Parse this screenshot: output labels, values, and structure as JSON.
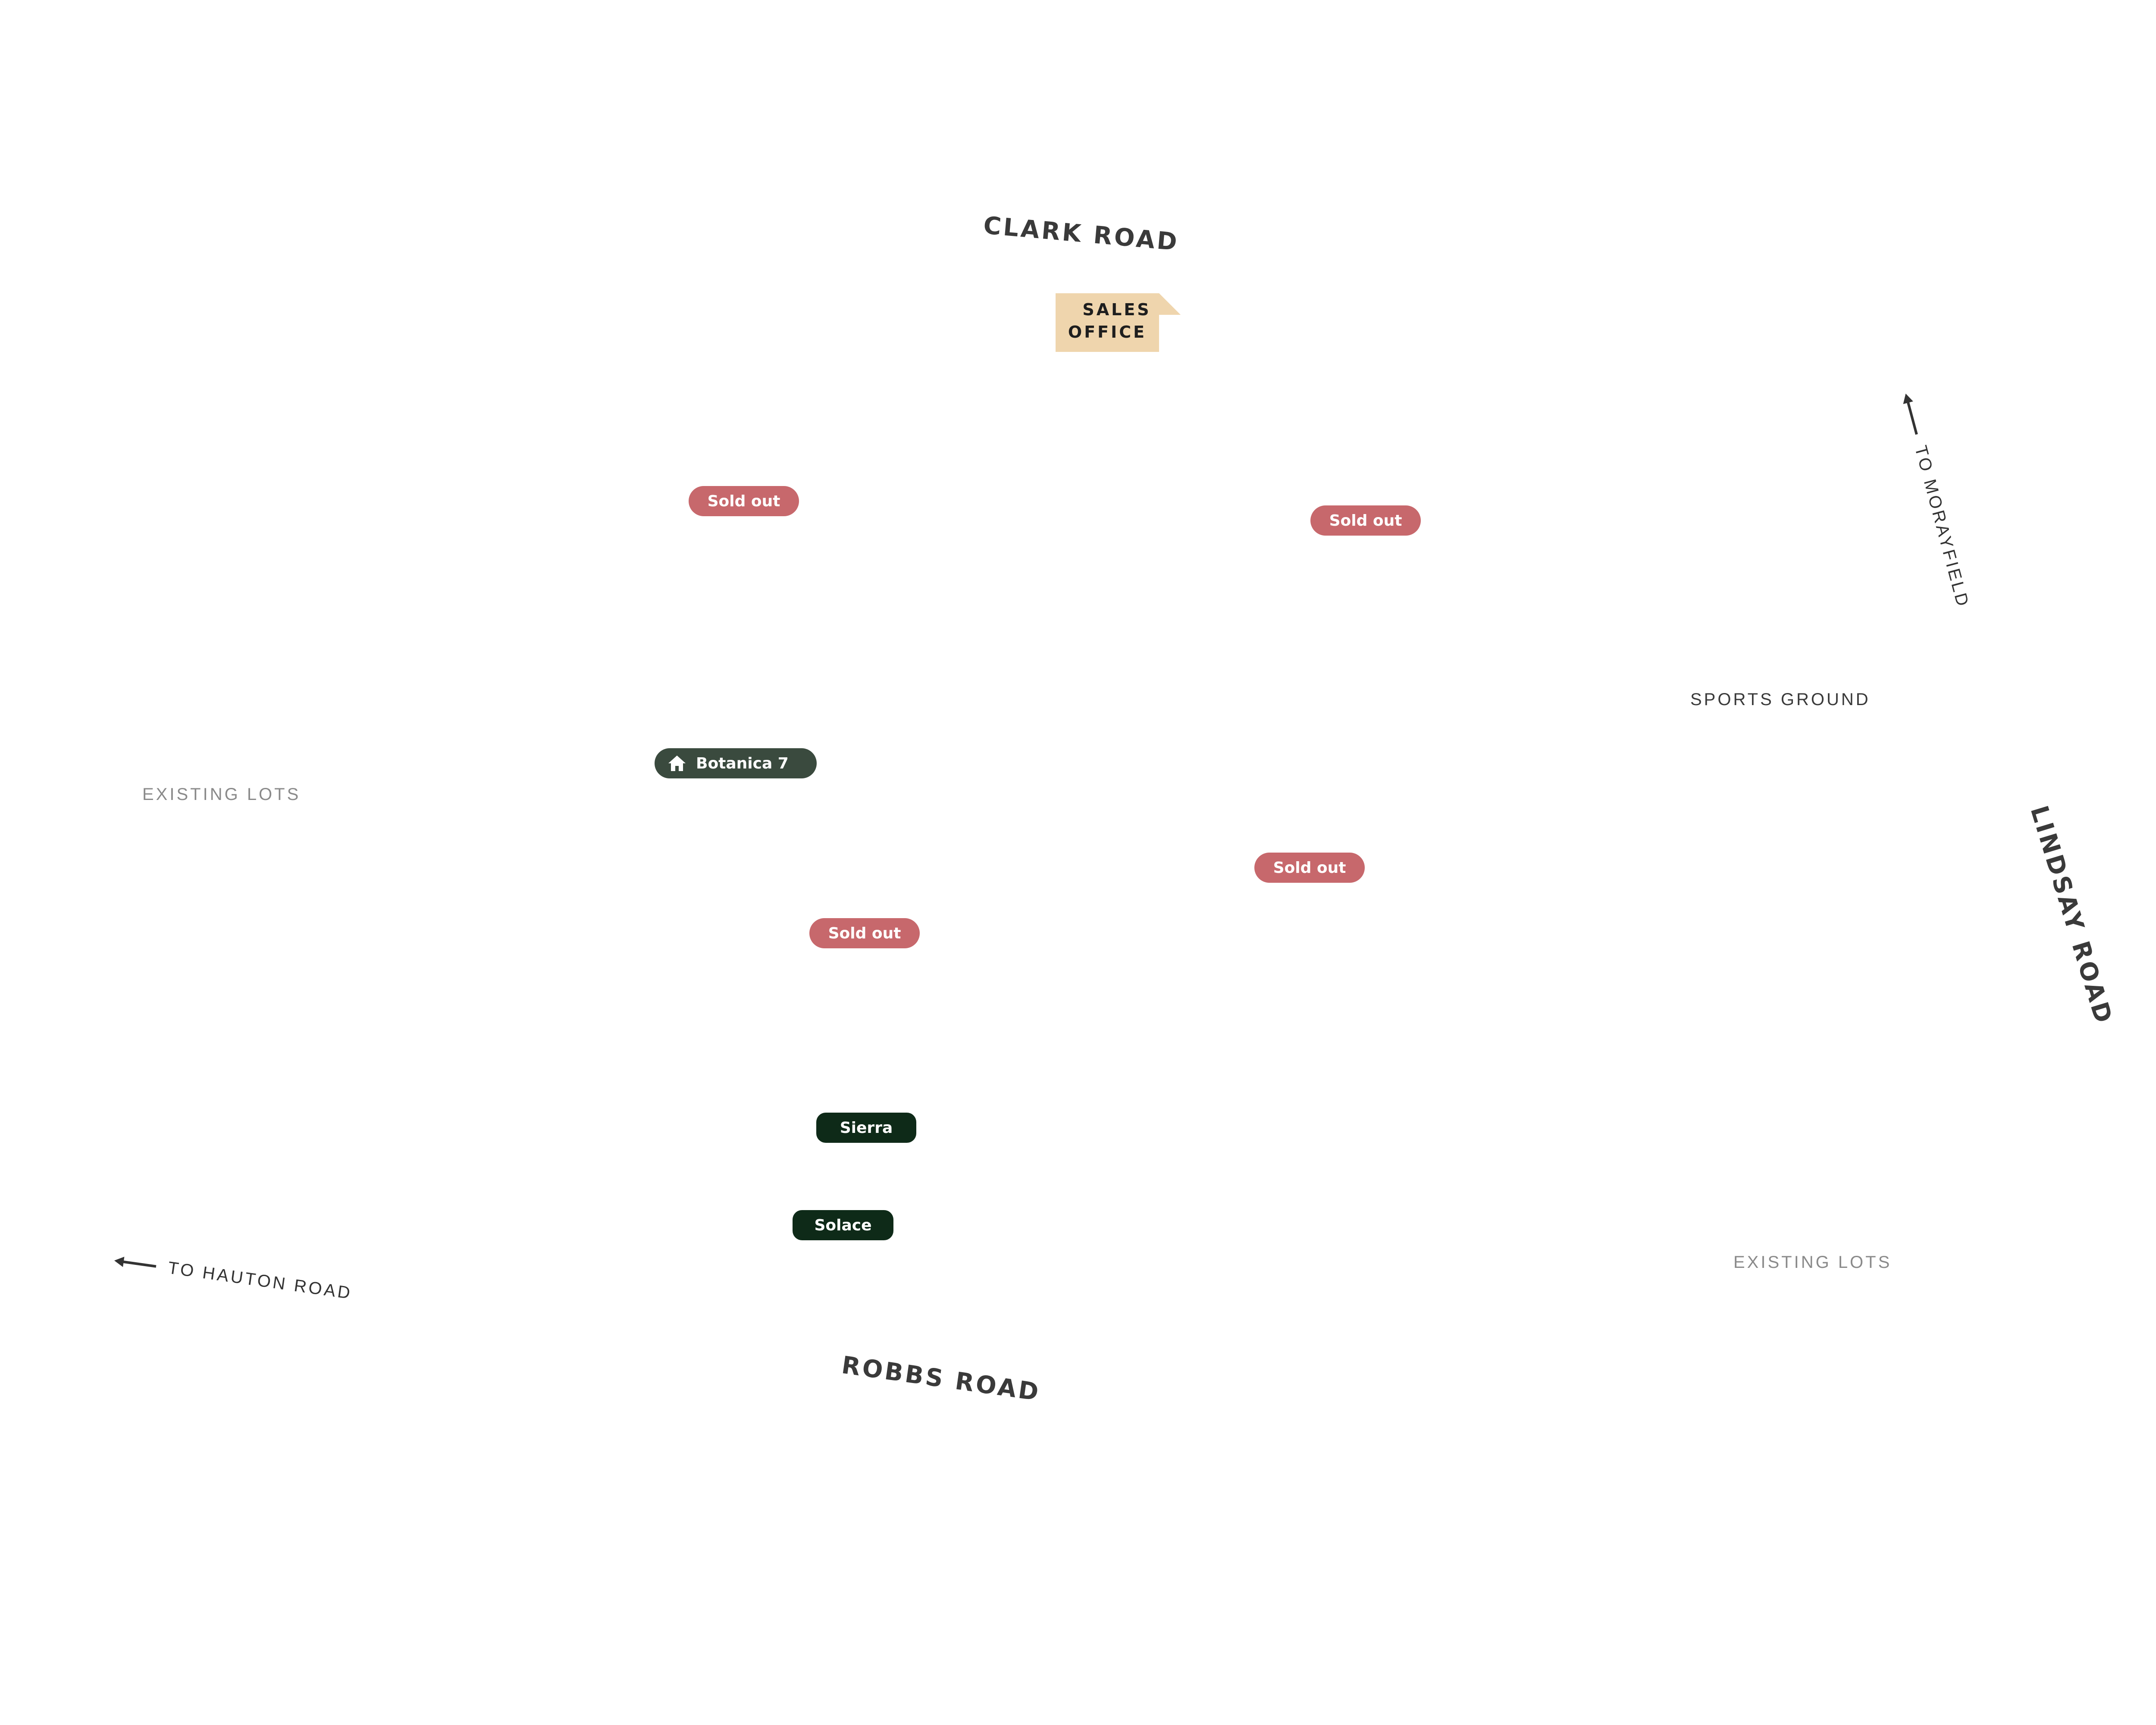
{
  "roads": {
    "north": "CLARK ROAD",
    "south": "ROBBS ROAD",
    "east": "LINDSAY ROAD"
  },
  "directions": {
    "west": "TO HAUTON ROAD",
    "north_east": "TO MORAYFIELD"
  },
  "areas": {
    "existing_lots_west": "EXISTING LOTS",
    "existing_lots_east": "EXISTING LOTS",
    "sports_ground": "SPORTS GROUND"
  },
  "sales_office": {
    "line1": "SALES",
    "line2": "OFFICE",
    "color": "#efd5ad"
  },
  "markers": {
    "sold_label": "Sold out",
    "home_design": "Botanica 7",
    "designs": [
      "Sierra",
      "Solace"
    ]
  },
  "colors": {
    "sold": "#c7686c",
    "home_marker": "#3a4a3e",
    "design_marker": "#0e2a18",
    "road_text": "#3a3a3a",
    "muted_text": "#8a8a8a"
  },
  "icons": {
    "home": "home-icon",
    "arrow": "arrow-icon"
  }
}
